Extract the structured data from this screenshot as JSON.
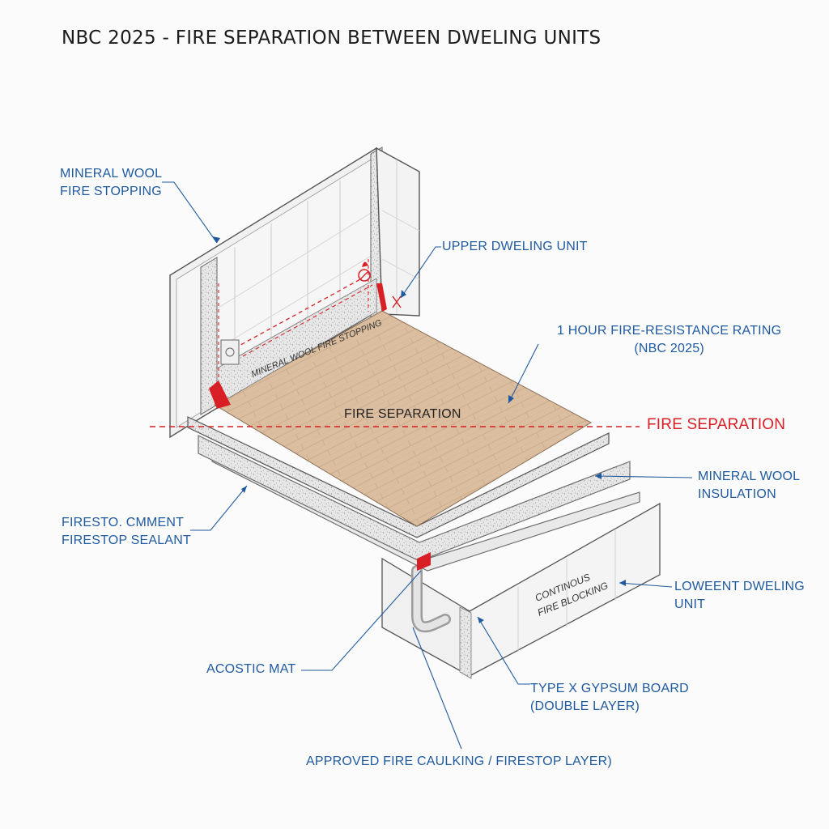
{
  "title": "NBC 2025 - FIRE SEPARATION BETWEEN DWELING UNITS",
  "labels": {
    "mineral_wool_fire_stopping": "MINERAL WOOL\nFIRE STOPPING",
    "upper_dwelling_unit": "UPPER DWELING UNIT",
    "fire_resistance_rating": "1 HOUR FIRE-RESISTANCE RATING\n(NBC 2025)",
    "fire_separation_center": "FIRE SEPARATION",
    "fire_separation_line": "FIRE SEPARATION",
    "mineral_wool_insulation": "MINERAL WOOL\nINSULATION",
    "firestop_sealant": "FIRESTO. CMMENT\nFIRESTOP SEALANT",
    "lower_dwelling_unit": "LOWEENT DWELING\nUNIT",
    "acoustic_mat": "ACOSTIC MAT",
    "gypsum_board": "TYPE X GYPSUM BOARD\n(DOUBLE LAYER)",
    "fire_caulking": "APPROVED FIRE CAULKING / FIRESTOP LAYER)",
    "wall_strip_text": "MINERAL WOOL FIRE STOPPING",
    "blocking_text_1": "CONTINOUS",
    "blocking_text_2": "FIRE BLOCKING"
  },
  "colors": {
    "label_blue": "#1f5a9e",
    "fire_red": "#d81f26",
    "floor_wood": "#d9b99a",
    "line_gray": "#5a5a5a"
  }
}
